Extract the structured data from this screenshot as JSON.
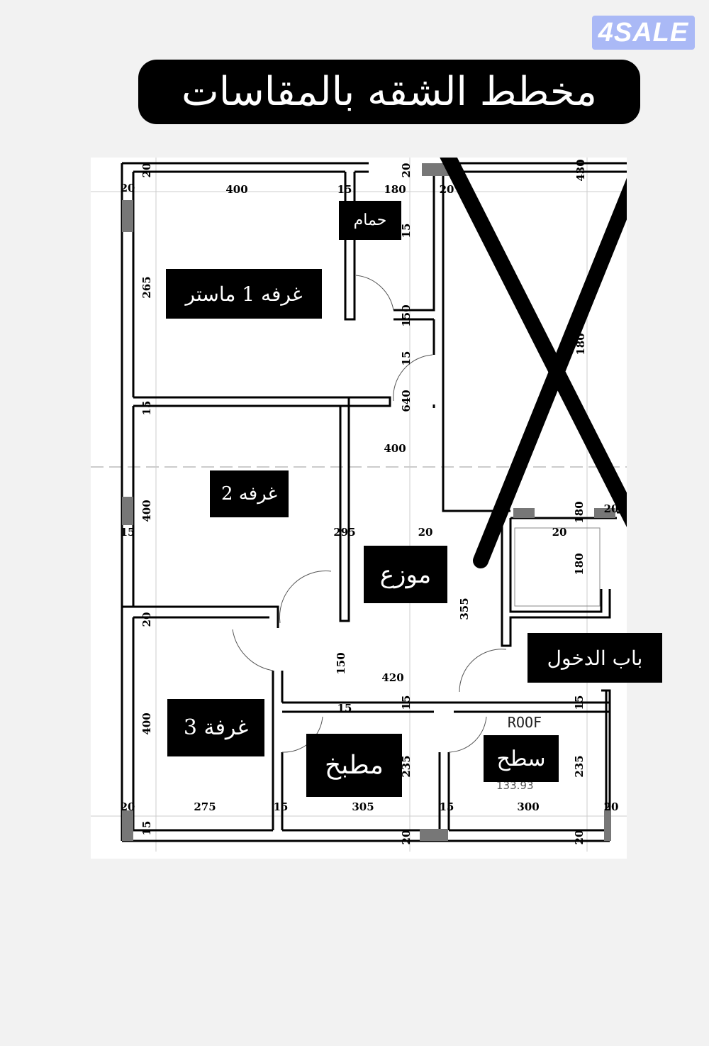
{
  "logo": {
    "text": "4SALE",
    "color": "#aab9f6"
  },
  "title": "مخطط الشقه بالمقاسات",
  "rooms": {
    "bathroom": "حمام",
    "master": "غرفه 1 ماستر",
    "room2": "غرفه 2",
    "hall": "موزع",
    "entrance": "باب الدخول",
    "room3": "غرفة 3",
    "kitchen": "مطبخ",
    "roof_ar": "سطح",
    "roof_en": "ROOF",
    "roof_area": "133.93"
  },
  "dimensions": [
    "20",
    "400",
    "15",
    "180",
    "20",
    "20",
    "20",
    "430",
    "265",
    "15",
    "150",
    "15",
    "640",
    "180",
    "400",
    "400",
    "20",
    "15",
    "295",
    "20",
    "180",
    "20",
    "180",
    "355",
    "15",
    "150",
    "420",
    "15",
    "15",
    "400",
    "235",
    "235",
    "20",
    "275",
    "15",
    "305",
    "15",
    "300",
    "20",
    "20",
    "20",
    "20",
    "15",
    "15"
  ],
  "crossed_out_region": true
}
